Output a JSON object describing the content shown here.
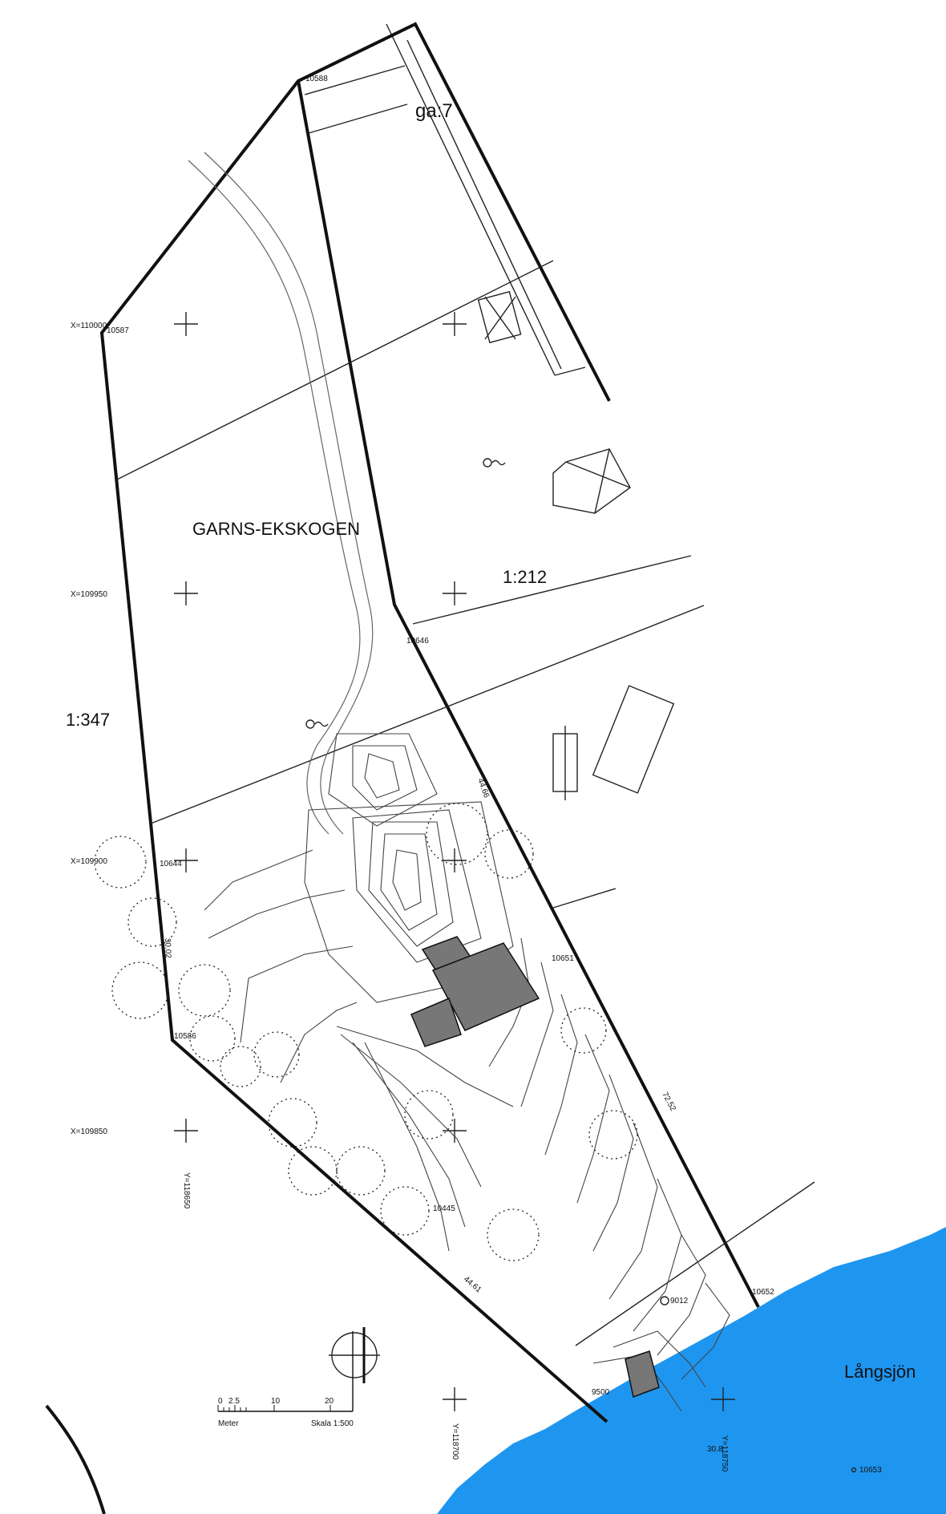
{
  "map": {
    "parcels": {
      "north": "ga:7",
      "main": "GARNS-EKSKOGEN",
      "east": "1:212",
      "west": "1:347"
    },
    "lake": "Långsjön",
    "points": [
      "10588",
      "10587",
      "10646",
      "10644",
      "10651",
      "10586",
      "10445",
      "9012",
      "10652",
      "9500",
      "10653"
    ],
    "grid_x_labels": [
      "X=110000",
      "X=109950",
      "X=109900",
      "X=109850"
    ],
    "grid_y_labels": [
      "Y=118650",
      "Y=118700",
      "Y=118750"
    ],
    "dimensions": [
      "44.66",
      "30.02",
      "72.52",
      "44.61"
    ],
    "spot_height": "30.8",
    "scale_bar": {
      "ticks": [
        "0",
        "2.5",
        "10",
        "20"
      ],
      "unit": "Meter",
      "scale": "Skala 1:500"
    },
    "colors": {
      "water": "#1e96f0",
      "line": "#111111"
    }
  }
}
